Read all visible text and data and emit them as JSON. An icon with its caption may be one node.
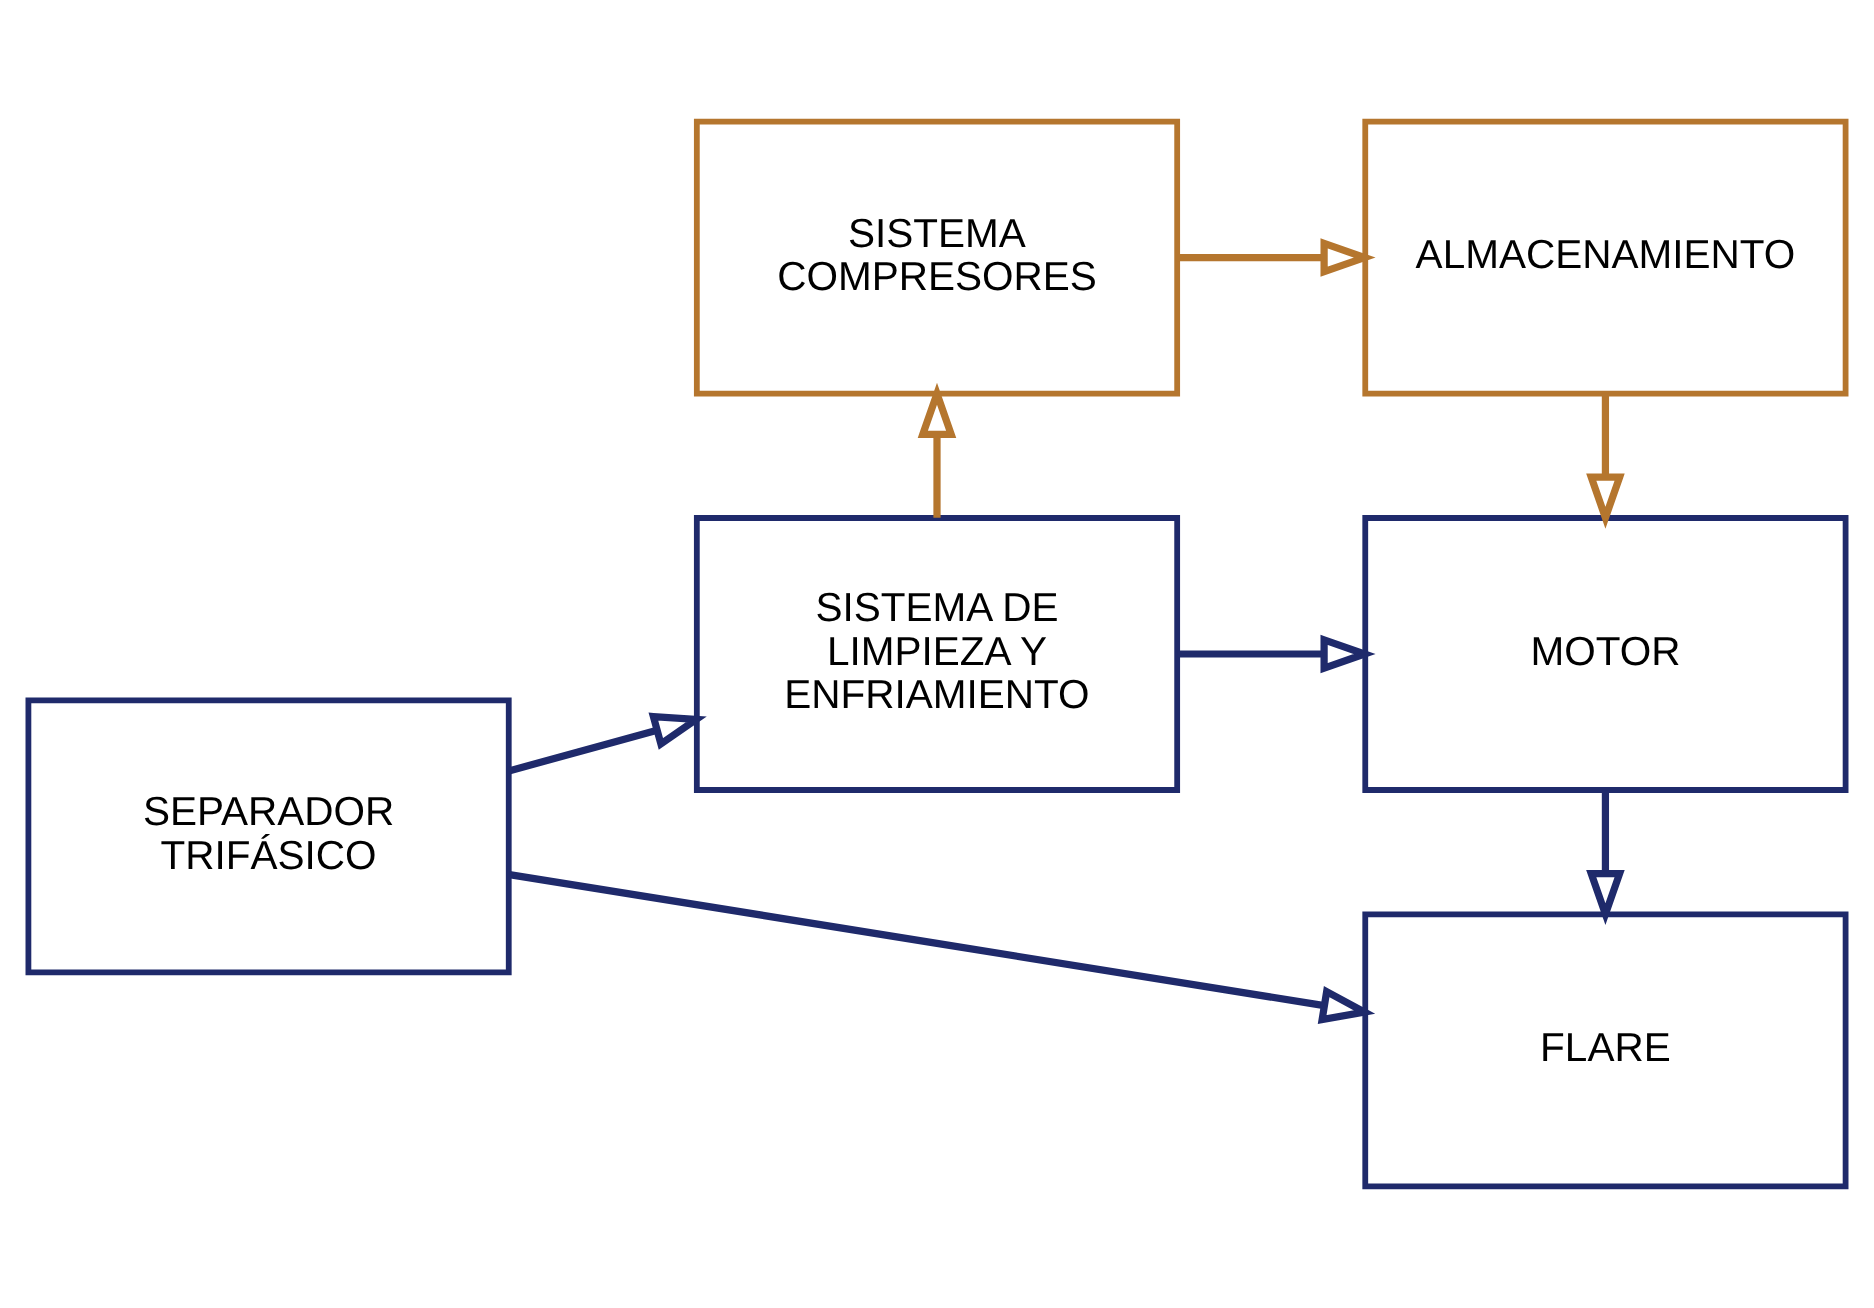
{
  "diagram": {
    "nodes": [
      {
        "text": [
          "FLARE"
        ]
      },
      {
        "text": [
          "SEPARADOR TRIFÁSICO"
        ]
      },
      {
        "text": [
          "SISTEMA DE LIMPIEZA Y ENFRIAMIENTO"
        ]
      },
      {
        "text": [
          "MOTOR"
        ]
      },
      {
        "text": [
          "SISTEMA COMPRESORES"
        ]
      },
      {
        "text": [
          "ALMACENAMIENTO"
        ]
      }
    ],
    "edges": [
      {
        "from": 1,
        "to": 0,
        "arrow": "to"
      },
      {
        "from": 1,
        "to": 2,
        "arrow": "to"
      },
      {
        "from": 2,
        "to": 3,
        "arrow": "to"
      },
      {
        "from": 3,
        "to": 0,
        "arrow": "to"
      },
      {
        "from": 2,
        "to": 4,
        "arrow": "to",
        "color": "#b5762e"
      },
      {
        "from": 4,
        "to": 5,
        "arrow": "to",
        "color": "#b5762e"
      },
      {
        "from": 5,
        "to": 3,
        "arrow": "to",
        "color": "#b5762e"
      }
    ]
  }
}
